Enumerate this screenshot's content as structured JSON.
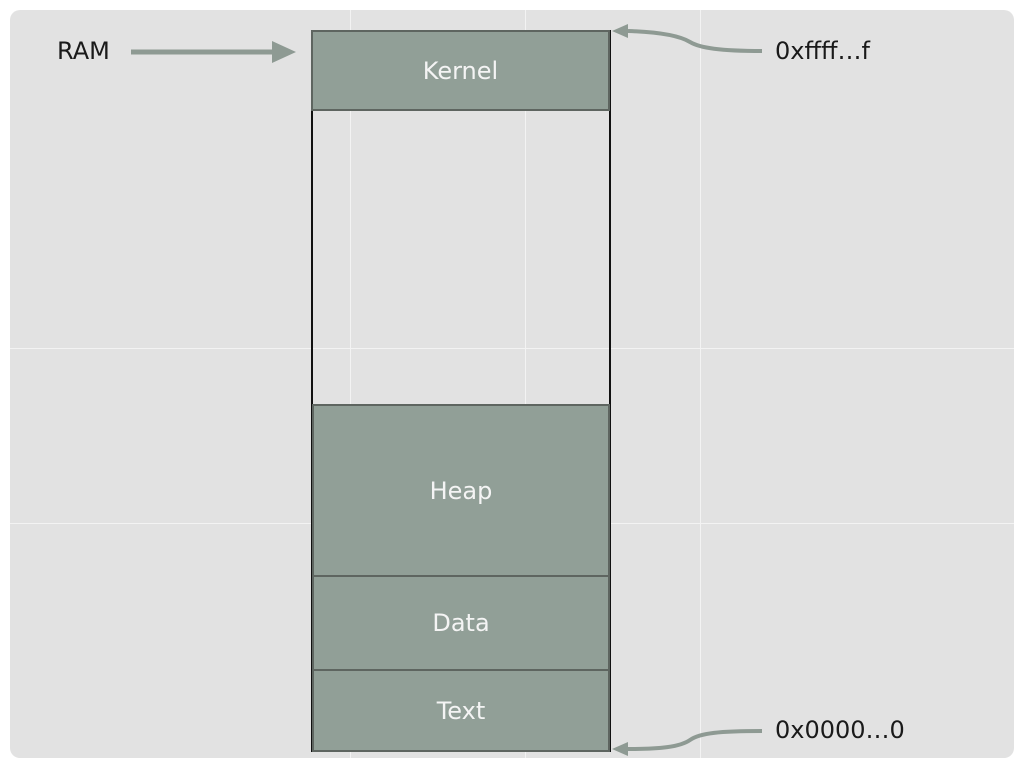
{
  "labels": {
    "ram": "RAM",
    "top_address": "0xffff…f",
    "bottom_address": "0x0000…0"
  },
  "segments": {
    "kernel": "Kernel",
    "heap": "Heap",
    "data": "Data",
    "text": "Text"
  },
  "colors": {
    "segment_fill": "#919f97",
    "segment_border": "#5e6560",
    "arrow": "#8e9a93",
    "background": "#e2e2e2"
  }
}
